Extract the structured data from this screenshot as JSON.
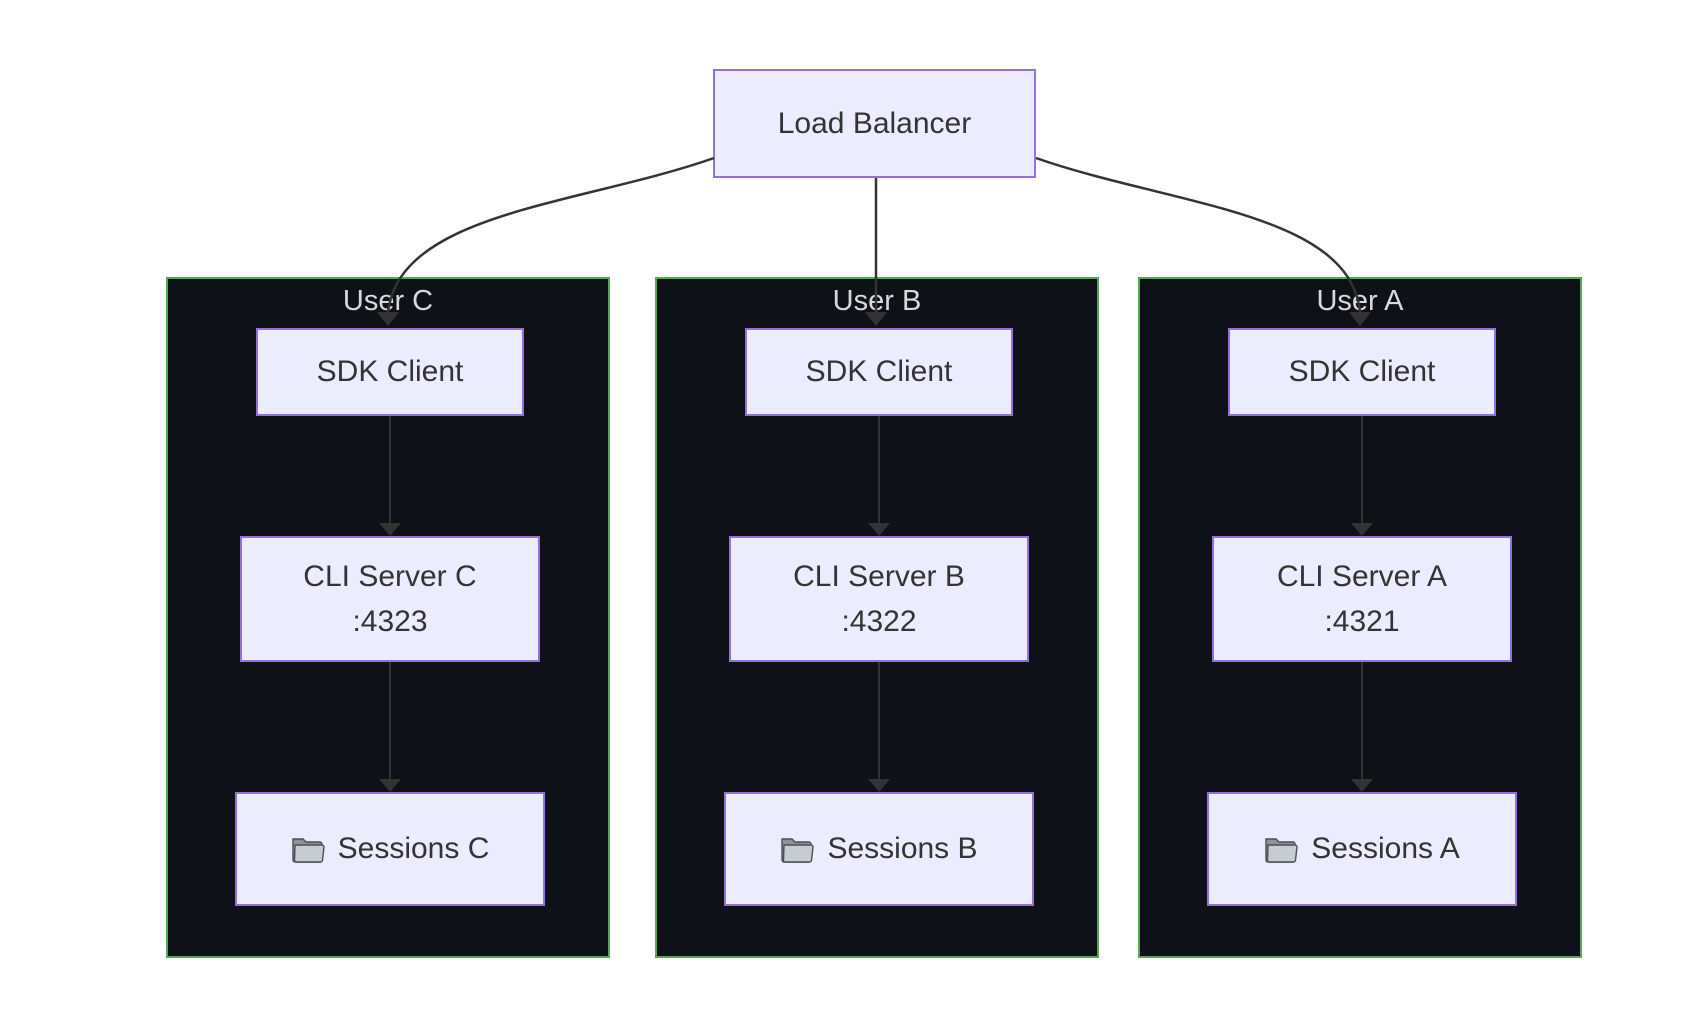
{
  "diagram": {
    "root": {
      "label": "Load Balancer"
    },
    "groups": [
      {
        "label": "User C",
        "sdk": "SDK Client",
        "cli_name": "CLI Server C",
        "cli_port": ":4323",
        "sessions": "Sessions C"
      },
      {
        "label": "User B",
        "sdk": "SDK Client",
        "cli_name": "CLI Server B",
        "cli_port": ":4322",
        "sessions": "Sessions B"
      },
      {
        "label": "User A",
        "sdk": "SDK Client",
        "cli_name": "CLI Server A",
        "cli_port": ":4321",
        "sessions": "Sessions A"
      }
    ],
    "connections": [
      "Load Balancer -> SDK Client (User C)",
      "Load Balancer -> SDK Client (User B)",
      "Load Balancer -> SDK Client (User A)",
      "SDK Client -> CLI Server C :4323",
      "SDK Client -> CLI Server B :4322",
      "SDK Client -> CLI Server A :4321",
      "CLI Server C -> Sessions C",
      "CLI Server B -> Sessions B",
      "CLI Server A -> Sessions A"
    ],
    "icons": {
      "sessions": "folder-icon"
    }
  },
  "colors": {
    "canvas_bg": "#ffffff",
    "node_fill": "#ECECFF",
    "node_border": "#9370DB",
    "node_text": "#333333",
    "group_fill": "#0e1117",
    "group_border": "#55a855",
    "group_title": "#d9d9d9",
    "edge": "#333333"
  }
}
